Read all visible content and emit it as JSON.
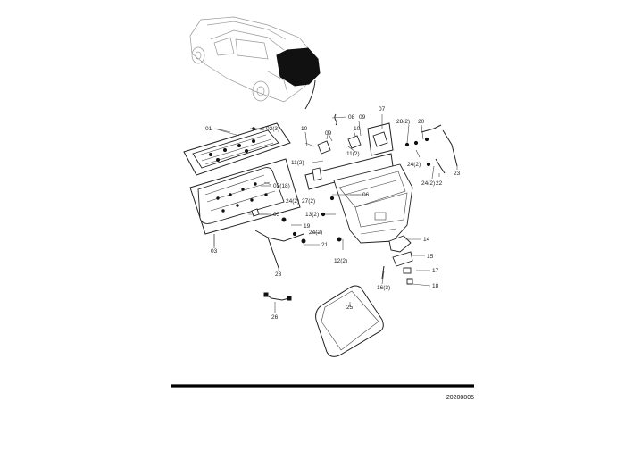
{
  "diagram": {
    "code": "20200805",
    "callouts": {
      "c01": "01",
      "c02_3": "02(3)",
      "c02_18": "02(18)",
      "c03": "03",
      "c05": "05",
      "c06": "06",
      "c07": "07",
      "c08": "08",
      "c09a": "09",
      "c09b": "09",
      "c10a": "10",
      "c10b": "10",
      "c11a": "11(2)",
      "c11b": "11(2)",
      "c12": "12(2)",
      "c13": "13(2)",
      "c14": "14",
      "c15": "15",
      "c16": "16(3)",
      "c17": "17",
      "c18": "18",
      "c19": "19",
      "c20": "20",
      "c21": "21",
      "c22": "22",
      "c23a": "23",
      "c23b": "23",
      "c24a": "24(2)",
      "c24b": "24(2)",
      "c24c": "24(2)",
      "c24d": "24(2)",
      "c25": "25",
      "c26": "26",
      "c27": "27(2)",
      "c28": "28(2)"
    }
  }
}
